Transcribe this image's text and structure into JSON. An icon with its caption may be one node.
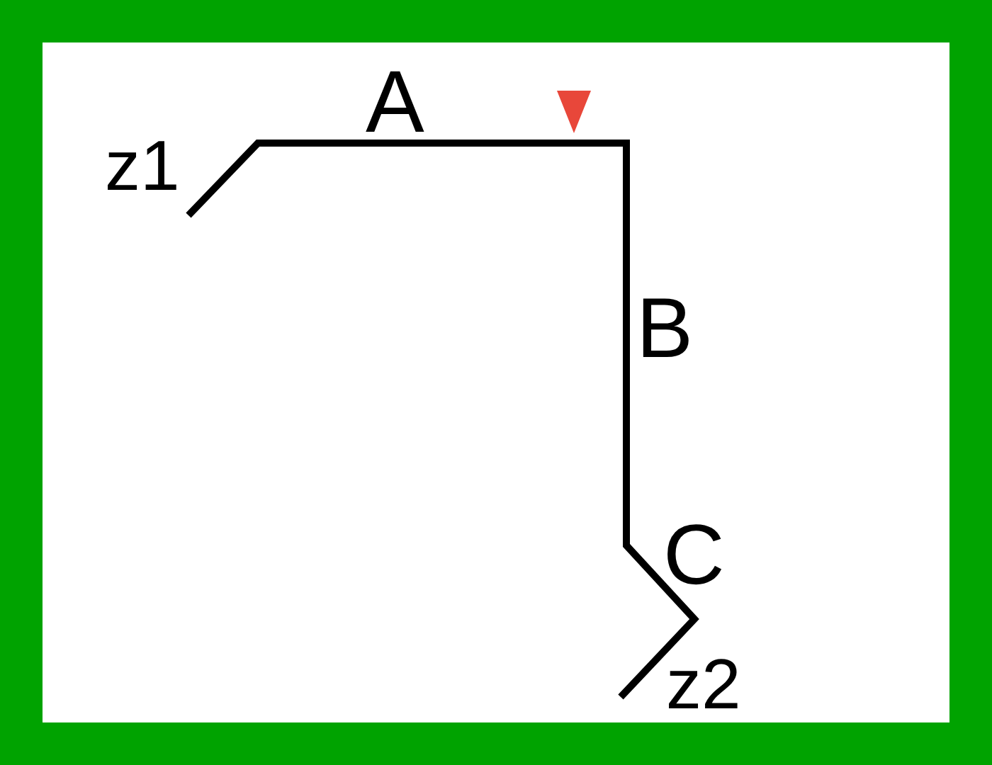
{
  "diagram": {
    "labels": [
      "A",
      "z1",
      "B",
      "C",
      "z2"
    ]
  }
}
